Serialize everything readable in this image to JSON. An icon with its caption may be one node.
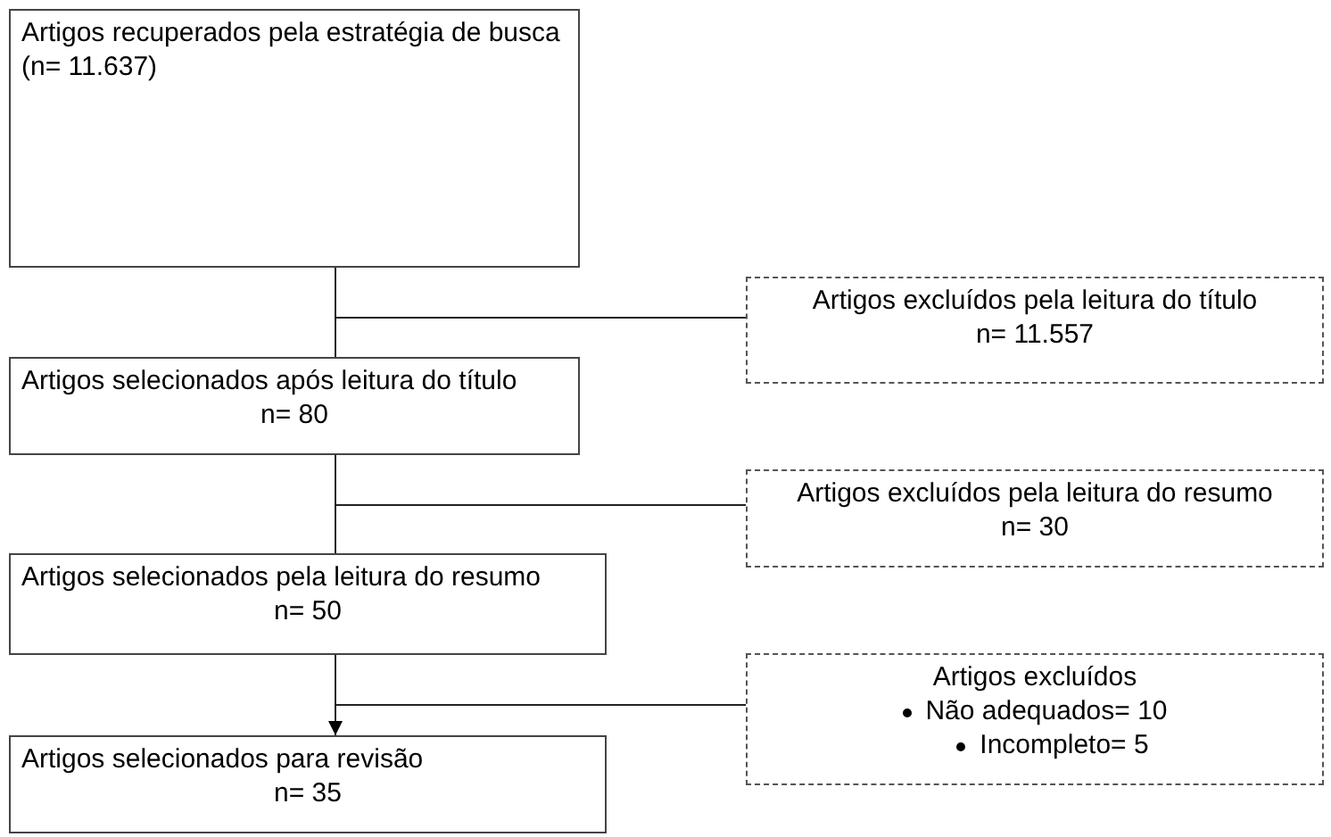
{
  "diagram": {
    "nodes": [
      {
        "text": [
          "Artigos recuperados pela estratégia de busca (n= 11.637)"
        ]
      },
      {
        "text": [
          "Artigos excluídos pela leitura do título",
          "n= 11.557"
        ]
      },
      {
        "text": [
          "Artigos selecionados após leitura do título",
          "n= 80"
        ]
      },
      {
        "text": [
          "Artigos excluídos pela leitura do resumo",
          "n= 30"
        ]
      },
      {
        "text": [
          "Artigos selecionados pela leitura do resumo",
          "n= 50"
        ]
      },
      {
        "text": [
          "Artigos excluídos",
          "Não adequados= 10",
          "Incompleto= 5"
        ]
      },
      {
        "text": [
          "Artigos selecionados para revisão",
          "n= 35"
        ]
      }
    ],
    "edges": [
      {
        "from": 0,
        "to": 2,
        "arrow": "none"
      },
      {
        "from": 0,
        "to": 1,
        "arrow": "none"
      },
      {
        "from": 2,
        "to": 4,
        "arrow": "none"
      },
      {
        "from": 2,
        "to": 3,
        "arrow": "none"
      },
      {
        "from": 4,
        "to": 6,
        "arrow": "to"
      },
      {
        "from": 4,
        "to": 5,
        "arrow": "none"
      }
    ]
  }
}
